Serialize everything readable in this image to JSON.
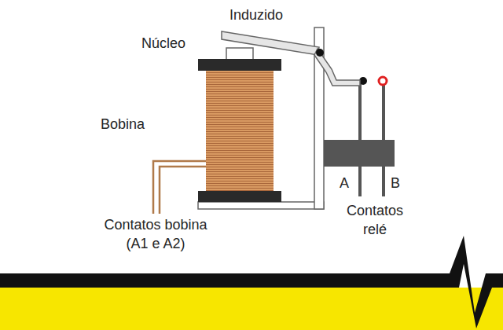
{
  "diagram": {
    "labels": [
      "Induzido",
      "Núcleo",
      "Bobina",
      "Contatos bobina (A1 e A2)",
      "A",
      "B",
      "Contatos relé"
    ]
  }
}
